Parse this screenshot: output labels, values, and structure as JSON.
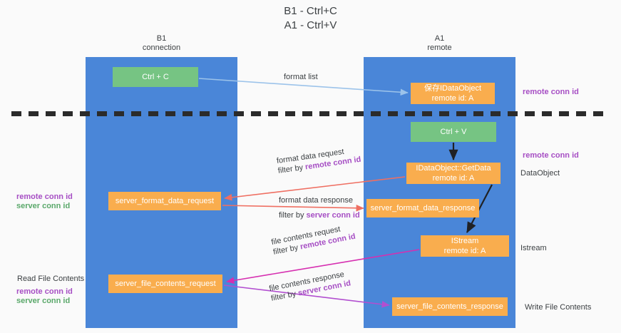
{
  "title": {
    "line1": "B1 - Ctrl+C",
    "line2": "A1 - Ctrl+V"
  },
  "columns": {
    "left": {
      "name": "B1",
      "role": "connection"
    },
    "right": {
      "name": "A1",
      "role": "remote"
    }
  },
  "boxes": {
    "ctrl_c": {
      "label": "Ctrl + C",
      "color": "#76c483"
    },
    "save_idataobject": {
      "line1": "保存IDataObject",
      "line2": "remote id: A",
      "color": "#f9ad4e"
    },
    "ctrl_v": {
      "label": "Ctrl + V",
      "color": "#76c483"
    },
    "getdata": {
      "line1": "IDataObject::GetData",
      "line2": "remote id: A",
      "color": "#f9ad4e"
    },
    "server_format_data_request": {
      "label": "server_format_data_request",
      "color": "#f9ad4e"
    },
    "server_format_data_response": {
      "label": "server_format_data_response",
      "color": "#f9ad4e"
    },
    "istream": {
      "line1": "IStream",
      "line2": "remote id: A",
      "color": "#f9ad4e"
    },
    "server_file_contents_request": {
      "label": "server_file_contents_request",
      "color": "#f9ad4e"
    },
    "server_file_contents_response": {
      "label": "server_file_contents_response",
      "color": "#f9ad4e"
    }
  },
  "edges": {
    "format_list": {
      "label": "format list",
      "color": "#9cc3ea"
    },
    "format_data_request": {
      "label": "format data request",
      "filter_prefix": "filter by ",
      "filter_key": "remote conn id",
      "color": "#ef6f62"
    },
    "format_data_response": {
      "label": "format data response",
      "filter_prefix": "filter by ",
      "filter_key": "server conn id",
      "color": "#ef6f62"
    },
    "file_contents_request": {
      "label": "file contents request",
      "filter_prefix": "filter by ",
      "filter_key": "remote conn id",
      "color": "#d62fb0"
    },
    "file_contents_response": {
      "label": "file contents response",
      "filter_prefix": "filter by ",
      "filter_key": "server conn id",
      "color": "#b24fd0"
    }
  },
  "annotations": {
    "right_remote_conn_id_top": "remote conn id",
    "right_remote_conn_id_mid": "remote conn id",
    "right_dataobject": "DataObject",
    "right_istream": "Istream",
    "right_write_file_contents": "Write File Contents",
    "left_remote_conn_id_1": "remote conn id",
    "left_server_conn_id_1": "server conn id",
    "left_read_file_contents": "Read File Contents",
    "left_remote_conn_id_2": "remote conn id",
    "left_server_conn_id_2": "server conn id"
  },
  "colors": {
    "lane": "#4a86d8",
    "green": "#76c483",
    "orange": "#f9ad4e",
    "purple": "#a64ec4",
    "green_text": "#5aa86a",
    "red_arrow": "#ef6f62",
    "magenta_arrow": "#d62fb0",
    "violet_arrow": "#b24fd0",
    "blue_arrow": "#9cc3ea",
    "black_arrow": "#202124",
    "dash": "#2b2b2b",
    "background": "#fafafa"
  }
}
